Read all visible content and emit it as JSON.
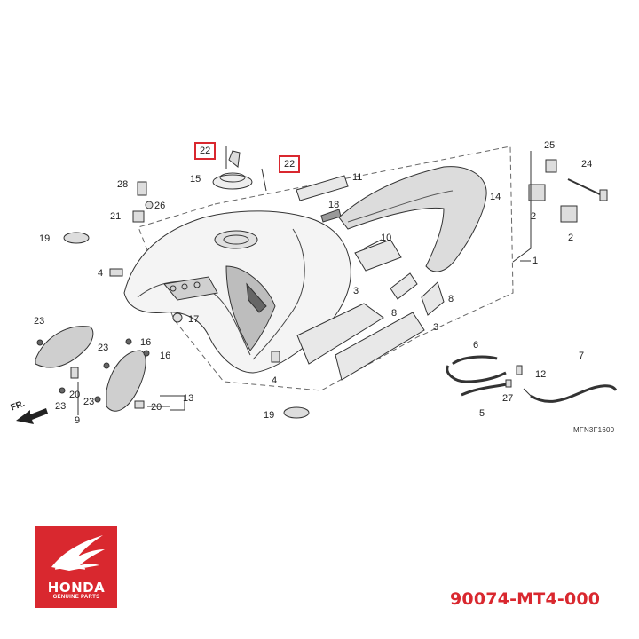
{
  "diagram": {
    "callouts": {
      "c1": "1",
      "c2a": "2",
      "c2b": "2",
      "c3a": "3",
      "c3b": "3",
      "c4a": "4",
      "c4b": "4",
      "c5": "5",
      "c6": "6",
      "c7": "7",
      "c8a": "8",
      "c8b": "8",
      "c9": "9",
      "c10": "10",
      "c11": "11",
      "c12": "12",
      "c13": "13",
      "c14": "14",
      "c15": "15",
      "c16a": "16",
      "c16b": "16",
      "c17": "17",
      "c18": "18",
      "c19a": "19",
      "c19b": "19",
      "c20a": "20",
      "c20b": "20",
      "c21": "21",
      "c22a": "22",
      "c22b": "22",
      "c23a": "23",
      "c23b": "23",
      "c23c": "23",
      "c23d": "23",
      "c24": "24",
      "c25": "25",
      "c26": "26",
      "c27": "27",
      "c28": "28"
    },
    "front_label": "FR.",
    "diagram_code": "MFN3F1600"
  },
  "logo": {
    "brand": "HONDA",
    "tagline": "GENUINE PARTS"
  },
  "part_number": "90074-MT4-000",
  "colors": {
    "accent": "#d9282f",
    "line": "#333333"
  }
}
